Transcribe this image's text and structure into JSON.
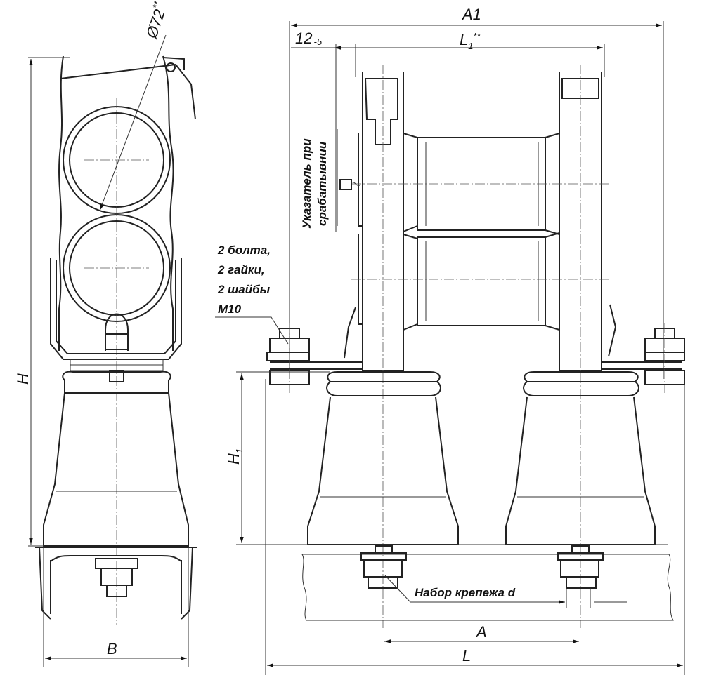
{
  "dimensions": {
    "diameter": "Ø72",
    "diameter_mark": "**",
    "H": "H",
    "B": "B",
    "A1": "A1",
    "tol_value": "12",
    "tol_sub": "-5",
    "L1": "L",
    "L1_sub": "1",
    "L1_mark": "**",
    "H1": "H",
    "H1_sub": "1",
    "A": "A",
    "L": "L"
  },
  "notes": {
    "indicator_line1": "Указатель при",
    "indicator_line2": "срабатывнии",
    "bolts_line1": "2 болта,",
    "bolts_line2": "2 гайки,",
    "bolts_line3": "2 шайбы",
    "bolts_line4": "М10",
    "fastener_set": "Набор  крепежа d"
  }
}
